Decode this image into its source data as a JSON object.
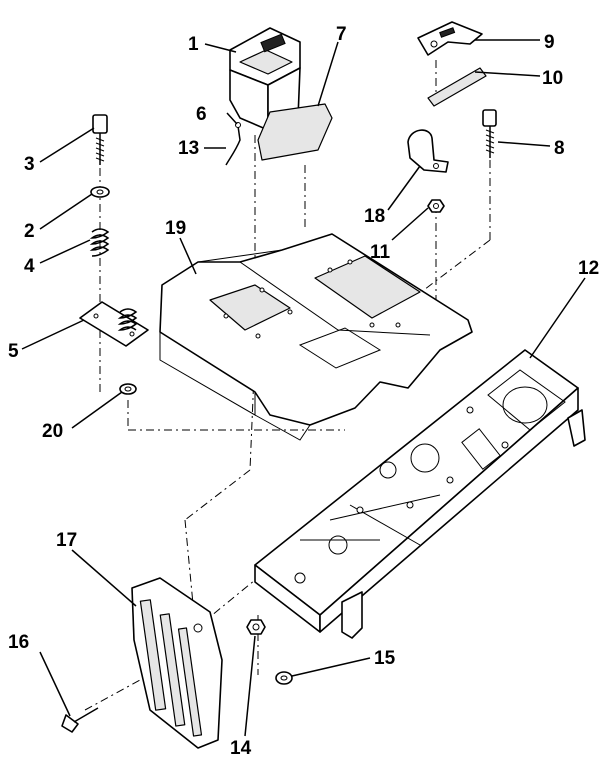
{
  "diagram": {
    "callouts": {
      "p1": "1",
      "p2": "2",
      "p3": "3",
      "p4": "4",
      "p5": "5",
      "p6": "6",
      "p7": "7",
      "p8": "8",
      "p9": "9",
      "p10": "10",
      "p11": "11",
      "p12": "12",
      "p13": "13",
      "p14": "14",
      "p15": "15",
      "p16": "16",
      "p17": "17",
      "p18": "18",
      "p19": "19",
      "p20": "20"
    }
  }
}
